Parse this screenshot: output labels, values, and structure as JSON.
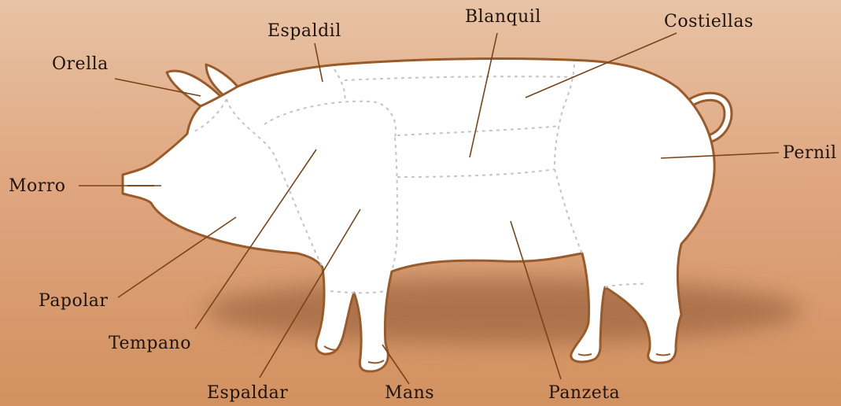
{
  "diagram": {
    "colors": {
      "background_top": "#e8c3a5",
      "background_bottom": "#d2915f",
      "pig_fill": "#ffffff",
      "outline": "#9a5a2a",
      "leader_line": "#7a4418",
      "cut_lines": "#c4c4c4",
      "shadow": "#8a5530"
    },
    "cuts": [
      {
        "id": "orella",
        "label": "Orella"
      },
      {
        "id": "espaldil",
        "label": "Espaldil"
      },
      {
        "id": "blanquil",
        "label": "Blanquil"
      },
      {
        "id": "costiellas",
        "label": "Costiellas"
      },
      {
        "id": "pernil",
        "label": "Pernil"
      },
      {
        "id": "morro",
        "label": "Morro"
      },
      {
        "id": "papolar",
        "label": "Papolar"
      },
      {
        "id": "tempano",
        "label": "Tempano"
      },
      {
        "id": "espaldar",
        "label": "Espaldar"
      },
      {
        "id": "mans",
        "label": "Mans"
      },
      {
        "id": "panzeta",
        "label": "Panzeta"
      }
    ]
  }
}
